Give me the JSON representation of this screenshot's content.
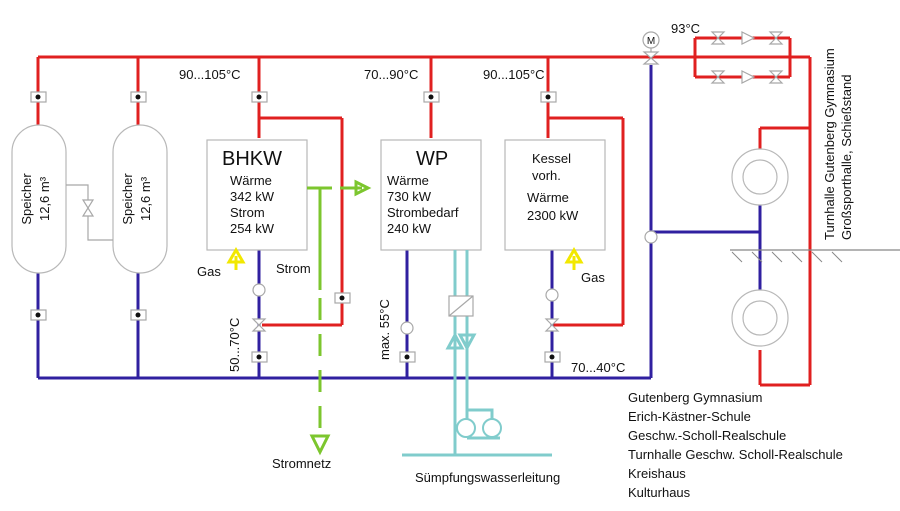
{
  "storage": [
    {
      "label": "Speicher",
      "volume": "12,6 m³"
    },
    {
      "label": "Speicher",
      "volume": "12,6 m³"
    }
  ],
  "temperatures": {
    "bhkw_supply": "90...105°C",
    "wp_supply": "70...90°C",
    "kessel_supply": "90...105°C",
    "main_supply": "93°C",
    "bhkw_return": "50...70°C",
    "wp_return_max": "max. 55°C",
    "return": "70...40°C"
  },
  "bhkw": {
    "title": "BHKW",
    "lines": [
      "Wärme",
      "342 kW",
      "Strom",
      "254 kW"
    ],
    "gas": "Gas",
    "strom": "Strom"
  },
  "wp": {
    "title": "WP",
    "lines": [
      "Wärme",
      "730 kW",
      "Strombedarf",
      "240 kW"
    ]
  },
  "kessel": {
    "lines": [
      "Kessel",
      "vorh.",
      "Wärme",
      "2300 kW"
    ],
    "gas": "Gas"
  },
  "motor_label": "M",
  "stromnetz": "Stromnetz",
  "suempfung": "Sümpfungswasserleitung",
  "turnhalle": [
    "Turnhalle Gutenberg Gymnasium",
    "Großsporthalle, Schießstand"
  ],
  "consumers": [
    "Gutenberg Gymnasium",
    "Erich-Kästner-Schule",
    "Geschw.-Scholl-Realschule",
    "Turnhalle Geschw. Scholl-Realschule",
    "Kreishaus",
    "Kulturhaus"
  ],
  "colors": {
    "supply": "#e02020",
    "return": "#3020a0",
    "electric": "#7cc62e",
    "water": "#80cccc",
    "gas": "#f2e800"
  }
}
